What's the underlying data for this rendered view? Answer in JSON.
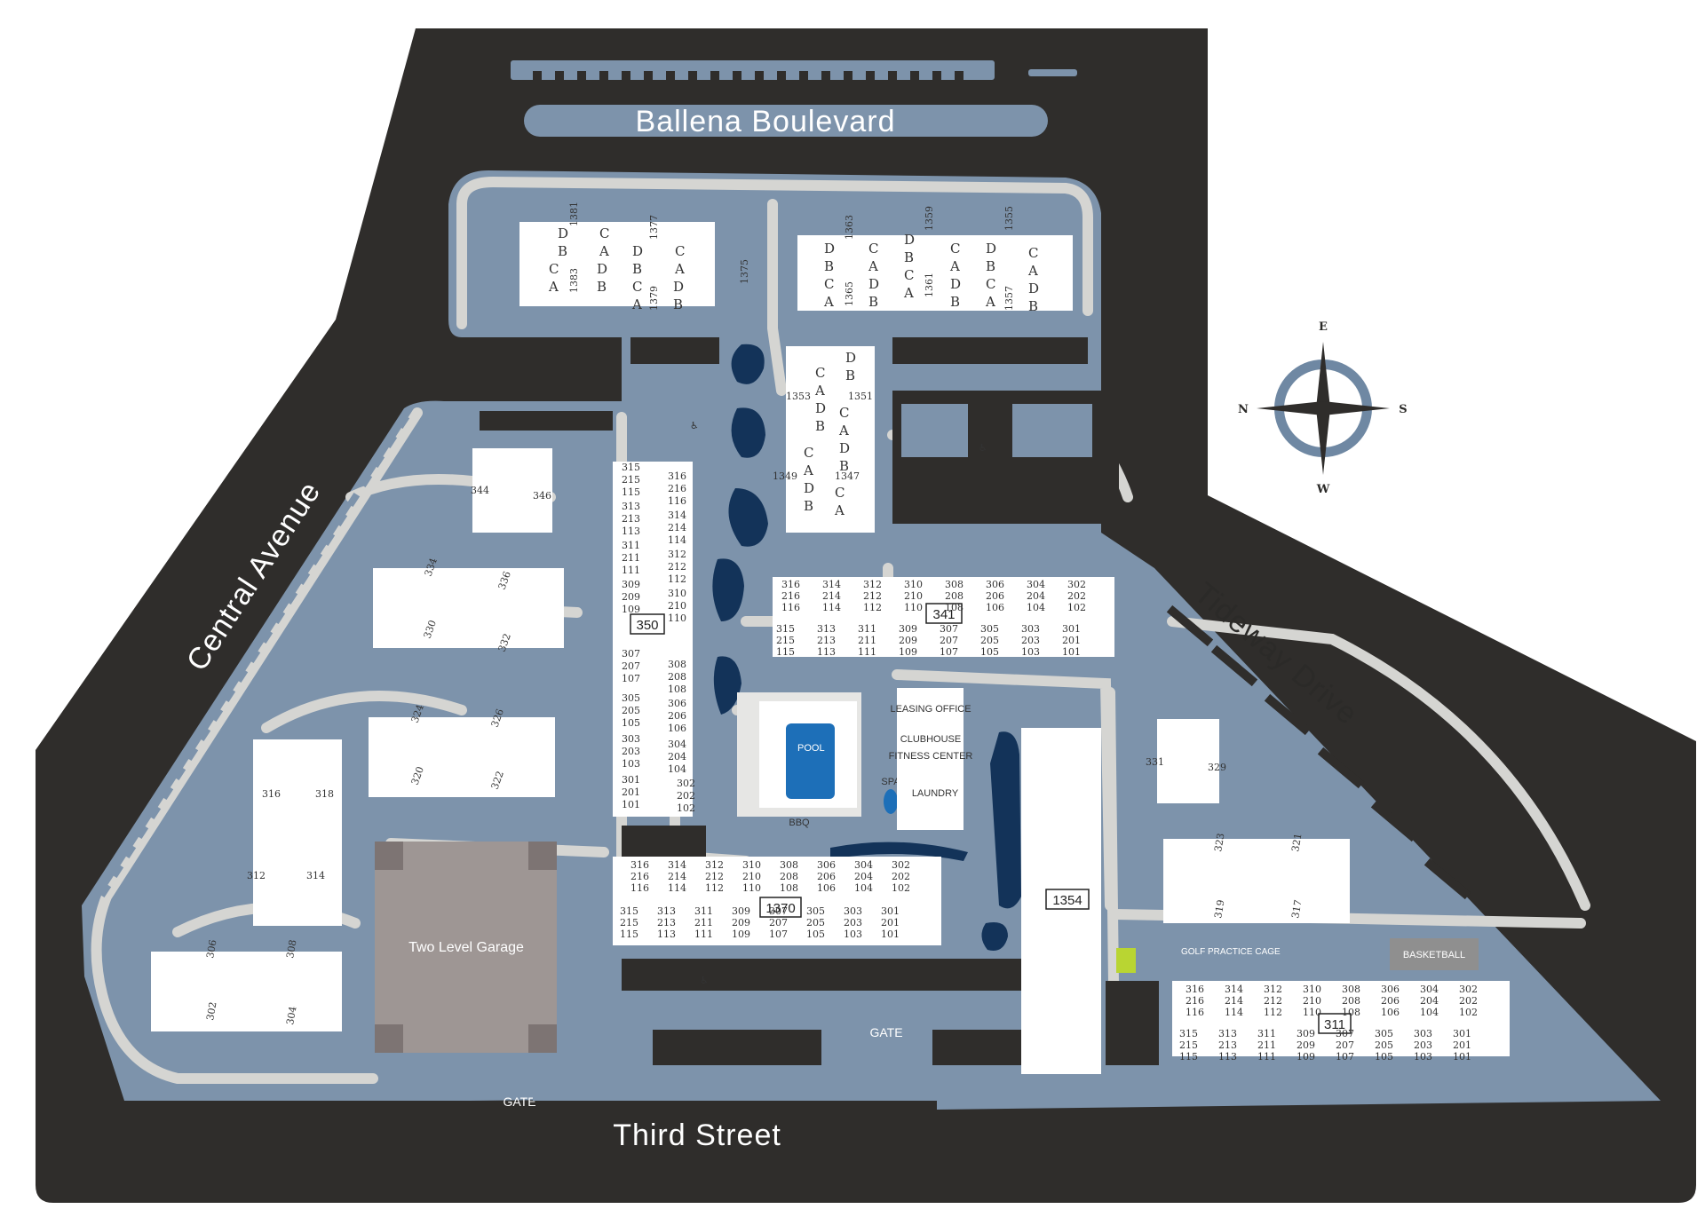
{
  "streets": {
    "north": "Ballena Boulevard",
    "west": "Central Avenue",
    "east": "Tideway Drive",
    "south": "Third Street"
  },
  "compass": {
    "top": "E",
    "left": "N",
    "right": "S",
    "bottom": "W"
  },
  "amenities": {
    "pool": "POOL",
    "spa": "SPA",
    "bbq": "BBQ",
    "leasing_office": "LEASING OFFICE",
    "clubhouse": "CLUBHOUSE",
    "fitness_center": "FITNESS CENTER",
    "laundry": "LAUNDRY",
    "garage": "Two Level Garage",
    "golf": "GOLF PRACTICE CAGE",
    "basketball": "BASKETBALL",
    "gate_south": "GATE",
    "gate_center": "GATE"
  },
  "buildings": [
    "350",
    "341",
    "1370",
    "1354",
    "311"
  ],
  "stack_units": {
    "b350_top": [
      "315",
      "215",
      "115",
      "313",
      "213",
      "113",
      "311",
      "211",
      "111",
      "309",
      "209",
      "109"
    ],
    "b350_top_r": [
      "316",
      "216",
      "116",
      "314",
      "214",
      "114",
      "312",
      "212",
      "112",
      "310",
      "210",
      "110"
    ],
    "b350_bot": [
      "307",
      "207",
      "107",
      "305",
      "205",
      "105",
      "303",
      "203",
      "103",
      "301",
      "201",
      "101"
    ],
    "b350_bot_r": [
      "308",
      "208",
      "108",
      "306",
      "206",
      "106",
      "304",
      "204",
      "104",
      "302",
      "202",
      "102"
    ],
    "b341_top": [
      "316 216 116",
      "314 214 114",
      "312 212 112",
      "310 210 110",
      "308 208 108",
      "306 206 106",
      "304 204 104",
      "302 202 102"
    ],
    "b341_bot": [
      "315 215 115",
      "313 213 113",
      "311 211 111",
      "309 209 109",
      "307 207 107",
      "305 205 105",
      "303 203 103",
      "301 201 101"
    ],
    "b1370_top": [
      "316 216 116",
      "314 214 114",
      "312 212 112",
      "310 210 110",
      "308 208 108",
      "306 206 106",
      "304 204 104",
      "302 202 102"
    ],
    "b1370_bot": [
      "315 215 115",
      "313 213 113",
      "311 211 111",
      "309 209 109",
      "307 207 107",
      "305 205 105",
      "303 203 103",
      "301 201 101"
    ],
    "b311_top": [
      "316 216 116",
      "314 214 114",
      "312 212 112",
      "310 210 110",
      "308 208 108",
      "306 206 106",
      "304 204 104",
      "302 202 102"
    ],
    "b311_bot": [
      "315 215 115",
      "313 213 113",
      "311 211 111",
      "309 209 109",
      "307 207 107",
      "305 205 105",
      "303 203 103",
      "301 201 101"
    ]
  },
  "townhome_numbers": [
    "1381",
    "1383",
    "1377",
    "1379",
    "1375",
    "1363",
    "1365",
    "1359",
    "1361",
    "1355",
    "1357",
    "1353",
    "1351",
    "1349",
    "1347",
    "344",
    "346",
    "334",
    "330",
    "336",
    "332",
    "324",
    "320",
    "326",
    "322",
    "316",
    "318",
    "312",
    "314",
    "306",
    "302",
    "308",
    "304",
    "331",
    "329",
    "323",
    "319",
    "321",
    "317"
  ]
}
